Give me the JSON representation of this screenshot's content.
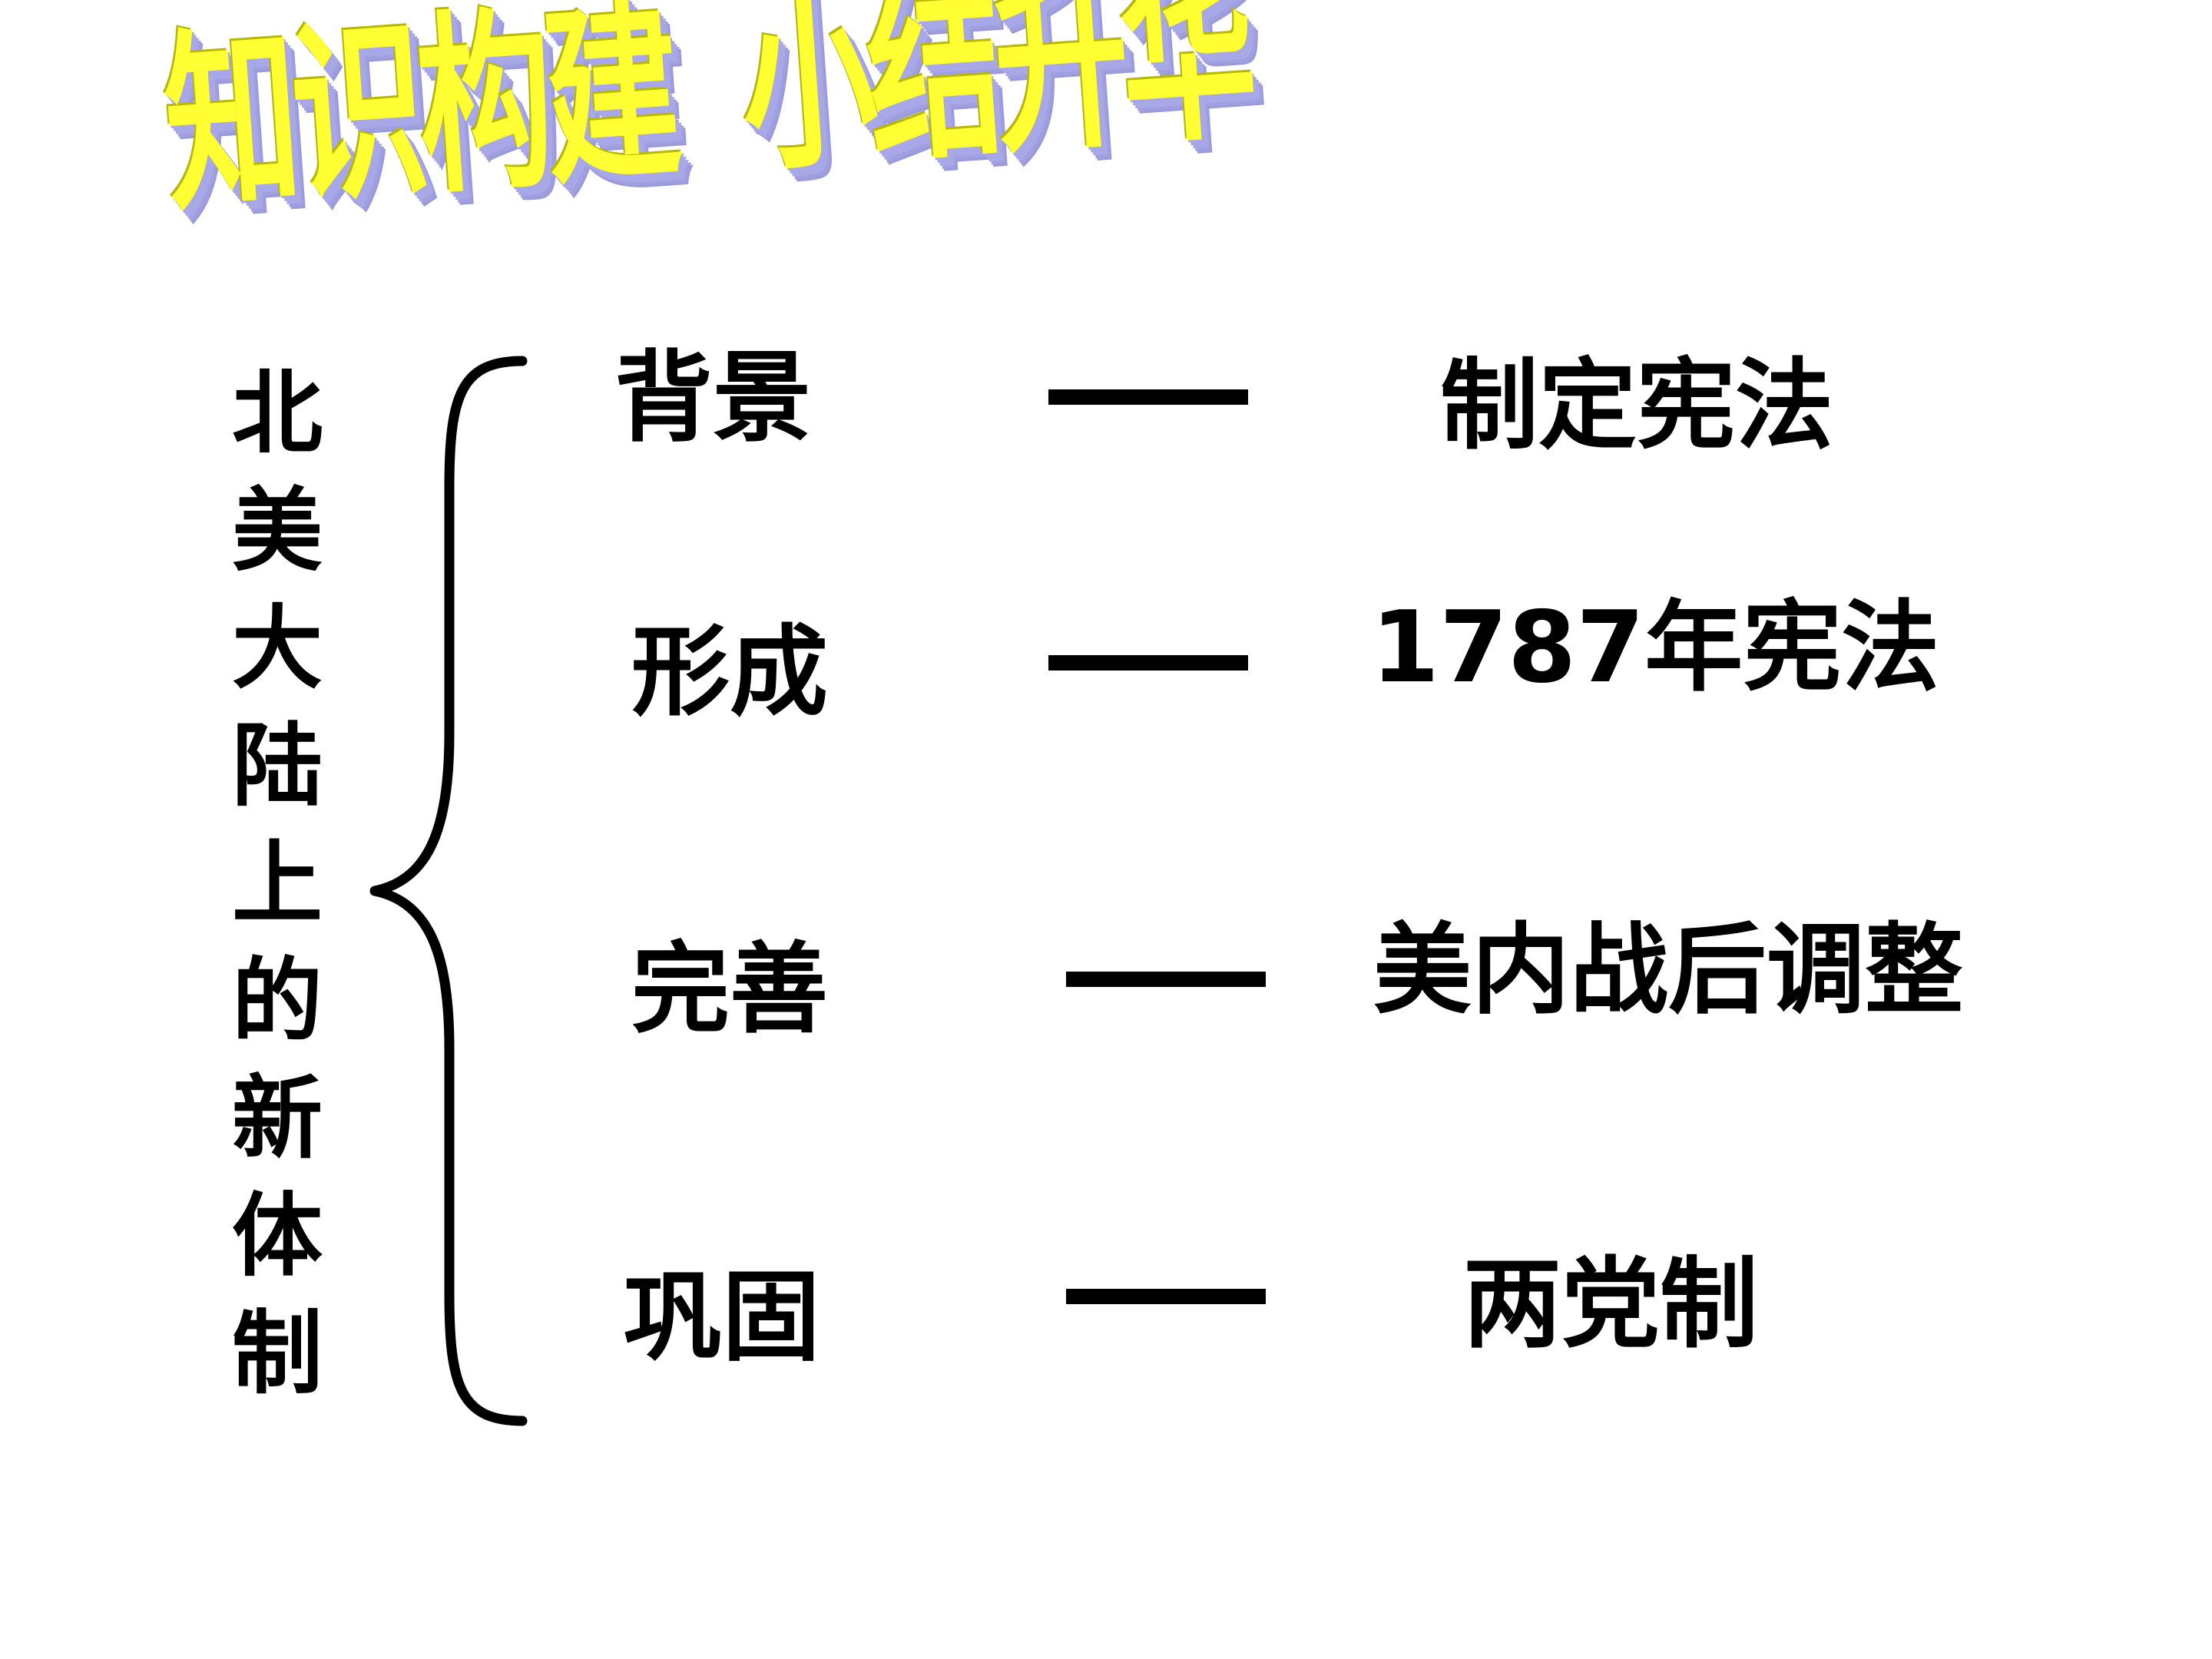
{
  "title": {
    "part1": "知识构建",
    "part2": "小结升华"
  },
  "subject": {
    "chars": [
      "北",
      "美",
      "大",
      "陆",
      "上",
      "的",
      "新",
      "体",
      "制"
    ]
  },
  "rows": [
    {
      "stage": "背景",
      "result": "制定宪法"
    },
    {
      "stage": "形成",
      "result": "1787年宪法"
    },
    {
      "stage": "完善",
      "result": "美内战后调整"
    },
    {
      "stage": "巩固",
      "result": "两党制"
    }
  ]
}
